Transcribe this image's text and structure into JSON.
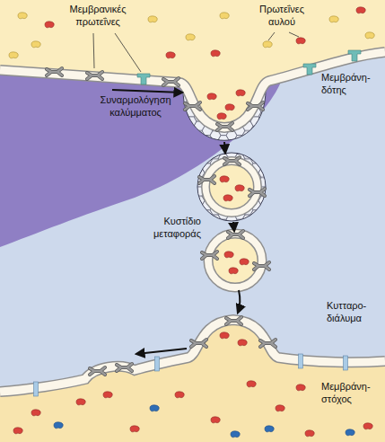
{
  "diagram": {
    "labels": [
      "Μεμβρανικές πρωτεΐνες",
      "Πρωτεΐνες αυλού",
      "Μεμβράνη-δότης",
      "Συναρμολόγηση καλύμματος",
      "Κυστίδιο μεταφοράς",
      "Κυτταρο-διάλυμα",
      "Μεμβράνη-στόχος"
    ]
  }
}
